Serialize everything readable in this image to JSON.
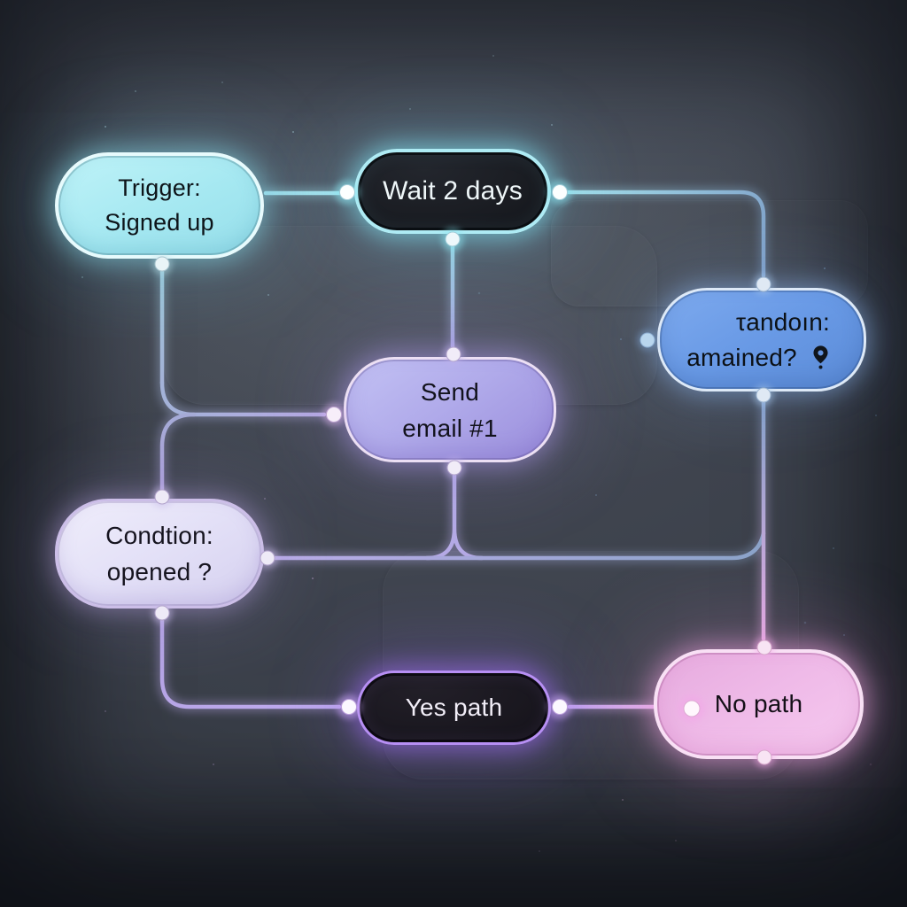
{
  "diagram": {
    "type": "flowchart",
    "theme": "dark-neon",
    "background_top": "#454a54",
    "background_bottom": "#20232b"
  },
  "nodes": {
    "trigger": {
      "line1": "Trigger:",
      "line2": "Signed up",
      "color": "#a5e8f1",
      "text_color": "#0d1419"
    },
    "wait": {
      "label": "Wait 2 days",
      "color": "#15171c",
      "accent": "#aeebf4",
      "text_color": "#eef6f8"
    },
    "condition_remained": {
      "line1": "τandoın:",
      "line2": "amained?",
      "icon": "location-pin-icon",
      "color": "#699ae6",
      "text_color": "#0c1116"
    },
    "send_email": {
      "line1": "Send",
      "line2": "email #1",
      "color": "#b0aaea",
      "text_color": "#12121c"
    },
    "condition_opened": {
      "line1": "Condtion:",
      "line2": "opened ?",
      "color": "#e3e0f7",
      "text_color": "#16141f"
    },
    "yes_path": {
      "label": "Yes path",
      "color": "#15131a",
      "accent": "#b78ff4",
      "text_color": "#f2eef8"
    },
    "no_path": {
      "label": "No path",
      "color": "#efbae8",
      "text_color": "#140f17"
    }
  },
  "edges": [
    {
      "from": "trigger",
      "to": "wait"
    },
    {
      "from": "wait",
      "to": "condition_remained"
    },
    {
      "from": "wait",
      "to": "send_email"
    },
    {
      "from": "trigger",
      "to": "send_email"
    },
    {
      "from": "trigger",
      "to": "condition_opened"
    },
    {
      "from": "send_email",
      "to": "condition_opened"
    },
    {
      "from": "send_email",
      "to": "no_path"
    },
    {
      "from": "condition_remained",
      "to": "no_path"
    },
    {
      "from": "condition_opened",
      "to": "yes_path"
    },
    {
      "from": "yes_path",
      "to": "no_path"
    }
  ],
  "line_colors": {
    "cyan": "#a0dce8",
    "blue": "#7fa0c8",
    "purple": "#b5a8e2",
    "pink": "#eab3e6"
  }
}
